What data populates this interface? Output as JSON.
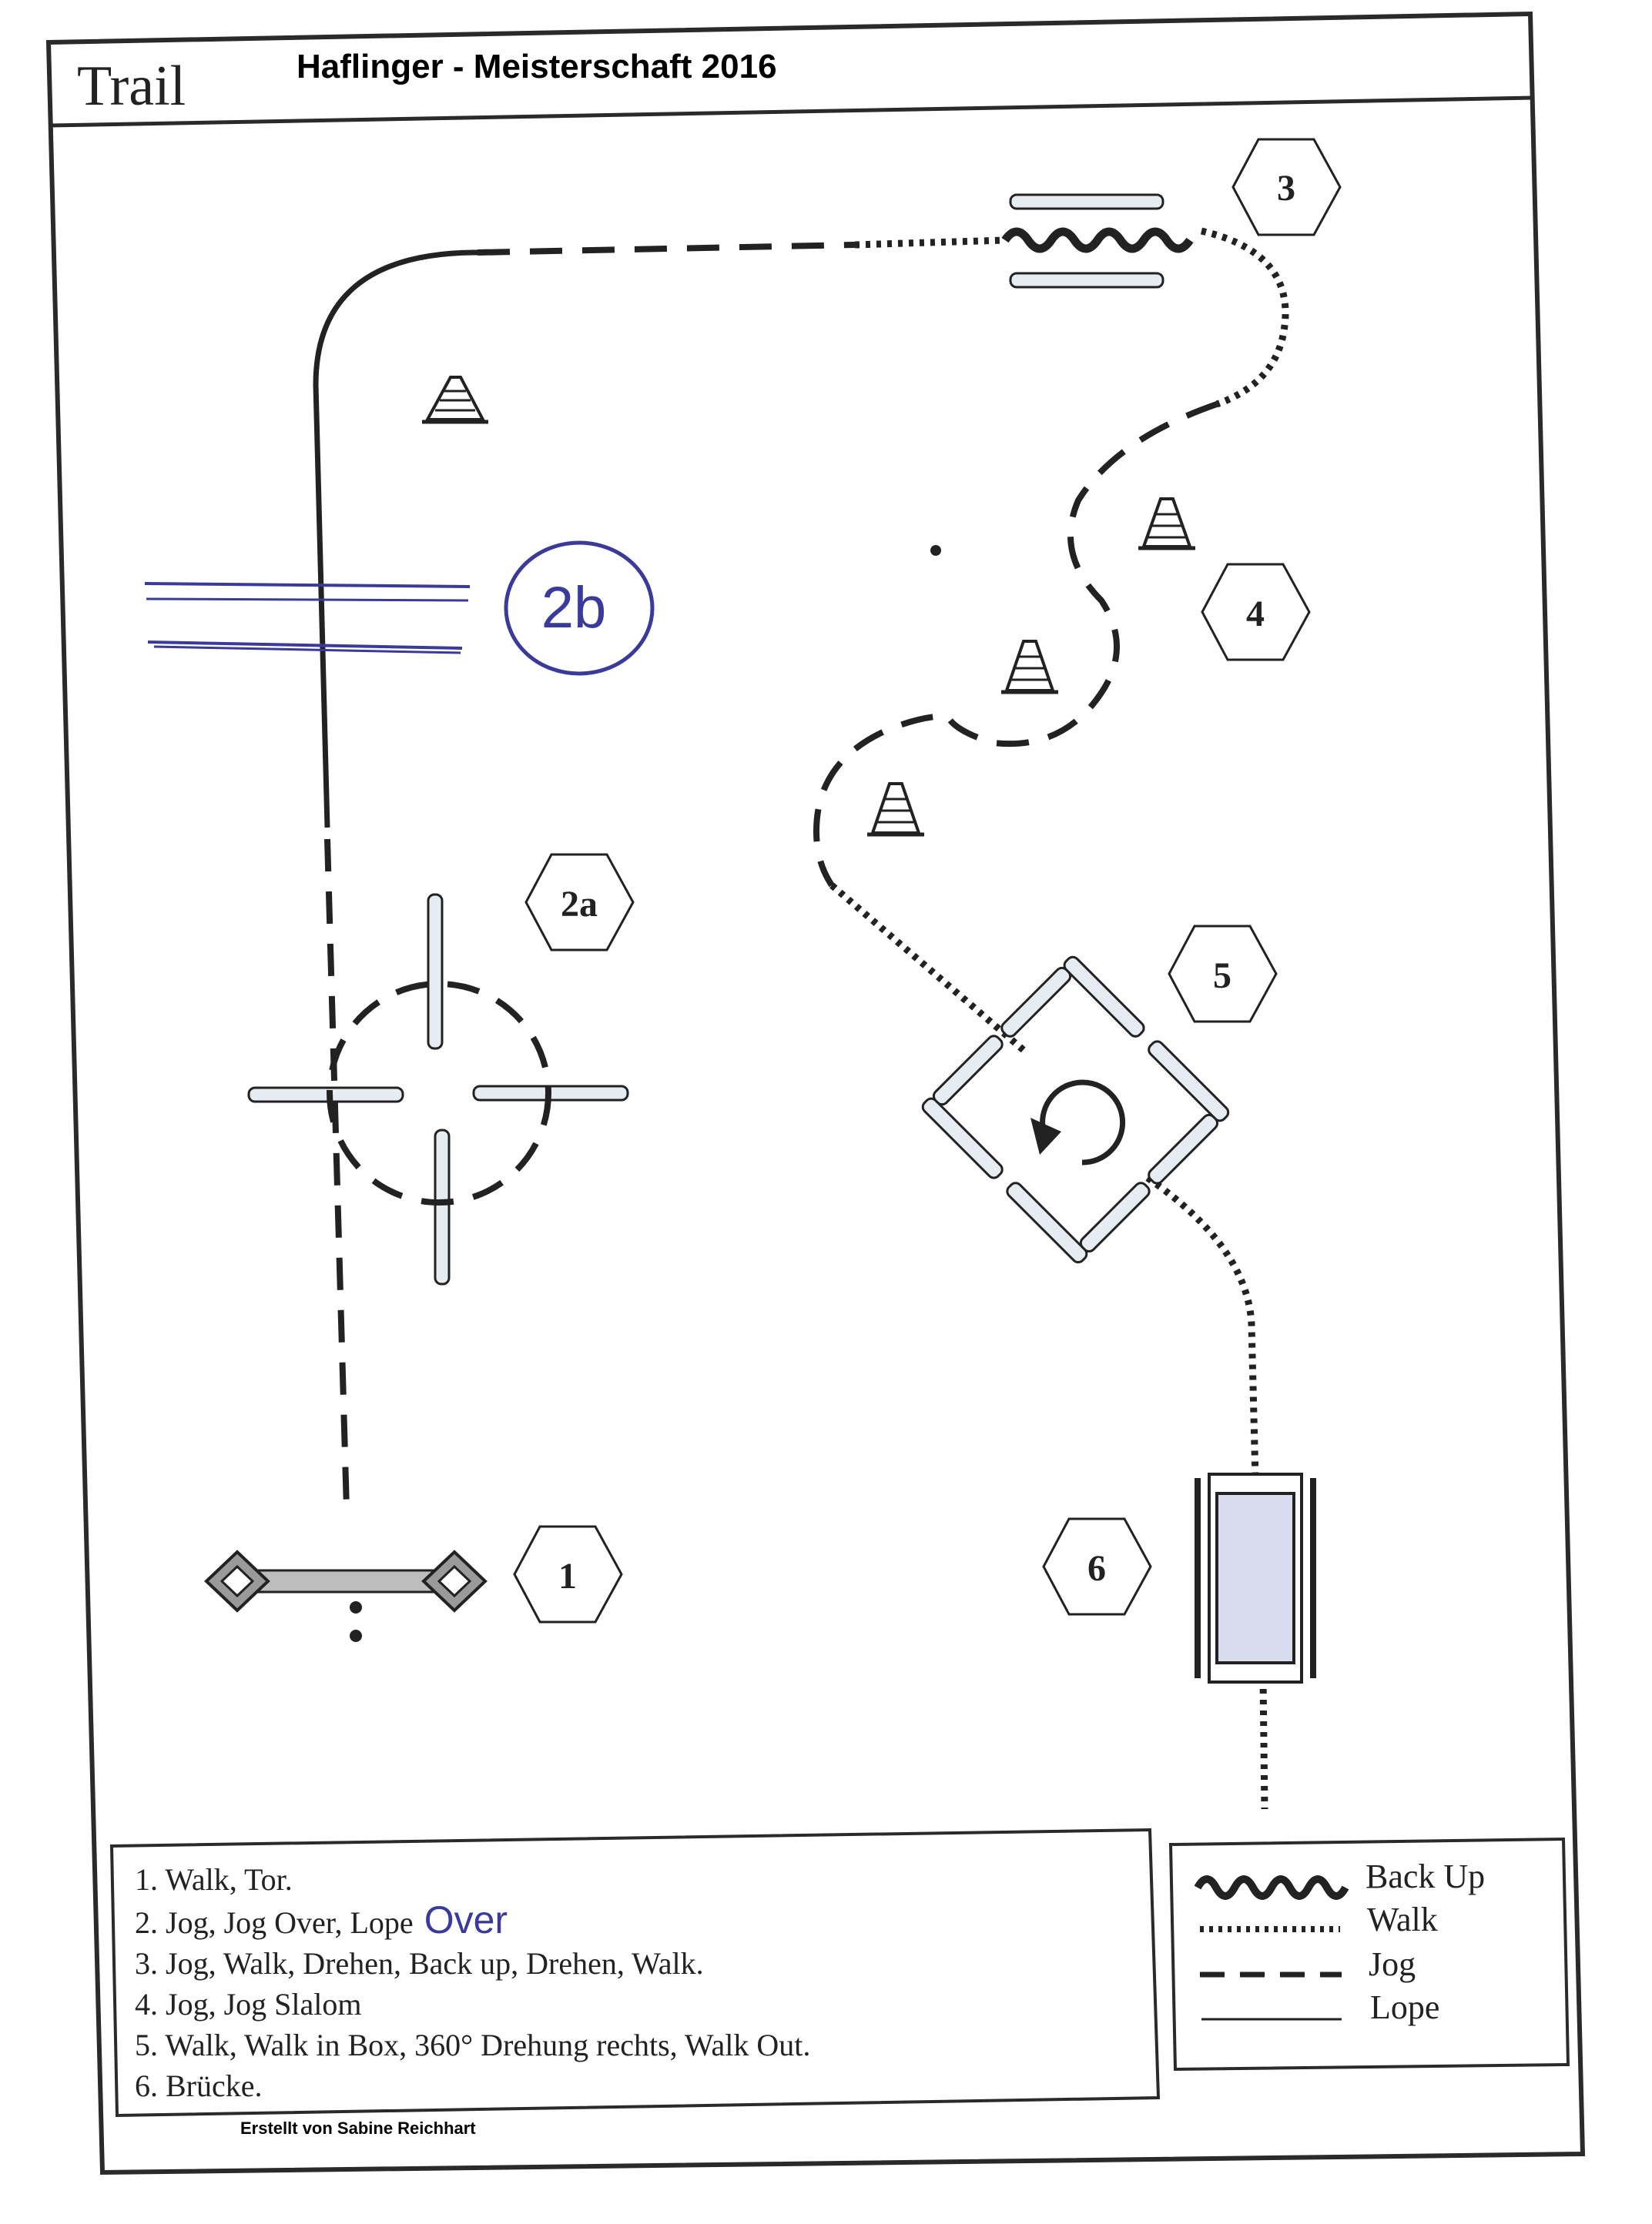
{
  "header": {
    "title": "Trail",
    "event": "Haflinger - Meisterschaft 2016"
  },
  "obstacles": {
    "n1": "1",
    "n2a": "2a",
    "n2b": "2b",
    "n3": "3",
    "n4": "4",
    "n5": "5",
    "n6": "6"
  },
  "steps": [
    "1. Walk, Tor.",
    "2. Jog, Jog Over, Lope",
    "3. Jog, Walk, Drehen, Back up, Drehen, Walk.",
    "4. Jog, Jog Slalom",
    "5. Walk, Walk in Box, 360° Drehung rechts, Walk Out.",
    "6. Brücke."
  ],
  "step2_handwritten": "Over",
  "legend": {
    "back_up": "Back Up",
    "walk": "Walk",
    "jog": "Jog",
    "lope": "Lope"
  },
  "credit": "Erstellt von Sabine Reichhart",
  "colors": {
    "ink": "#222222",
    "pen_blue": "#3a3a9a",
    "pole": "#e6ecf2",
    "bridge": "#d8dcec",
    "gate": "#bdbdbd"
  }
}
